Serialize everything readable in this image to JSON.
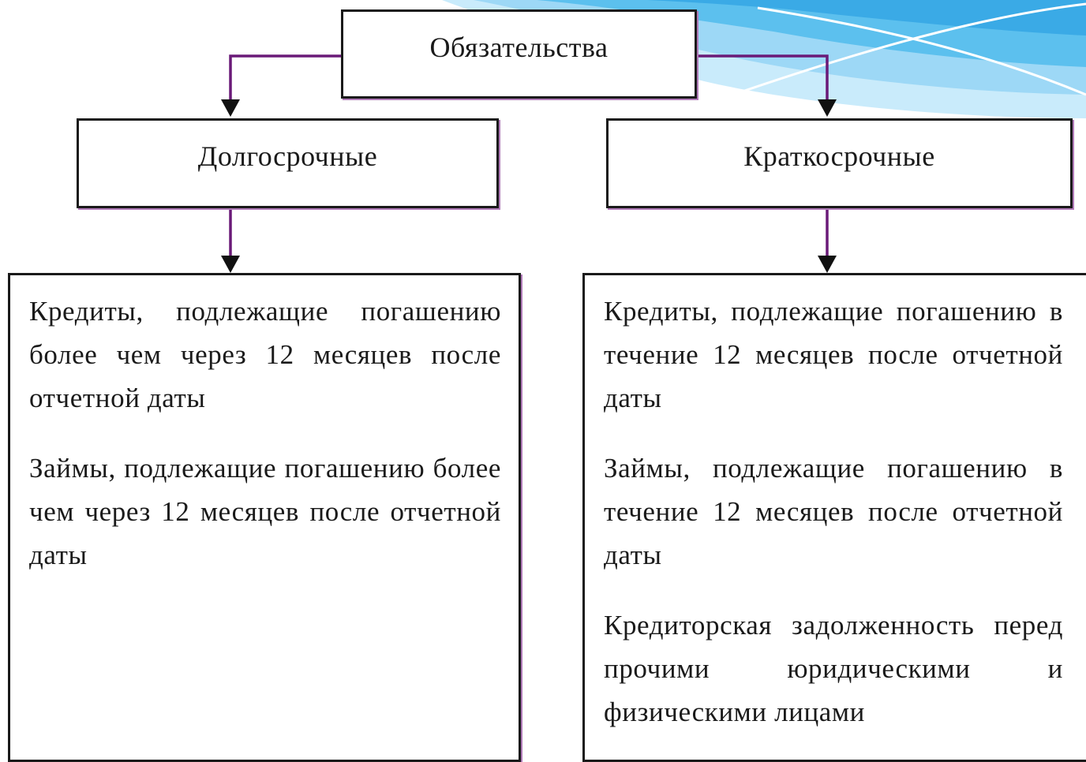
{
  "root": {
    "label": "Обязательства"
  },
  "branches": [
    {
      "label": "Долгосрочные",
      "items": [
        "Кредиты, подлежащие погашению более чем через 12 месяцев после отчетной даты",
        "Займы, подлежащие погашению более чем через 12 месяцев после отчетной даты"
      ]
    },
    {
      "label": "Краткосрочные",
      "items": [
        "Кредиты, подлежащие погашению в течение 12 месяцев после отчетной даты",
        "Займы, подлежащие погашению в течение 12 месяцев после отчетной даты",
        "Кредиторская задолженность перед прочими юридическими и физическими лицами"
      ]
    }
  ],
  "colors": {
    "connector": "#6a1a78",
    "accent": "#3aaae6",
    "accent_light": "#9dd8f6"
  }
}
